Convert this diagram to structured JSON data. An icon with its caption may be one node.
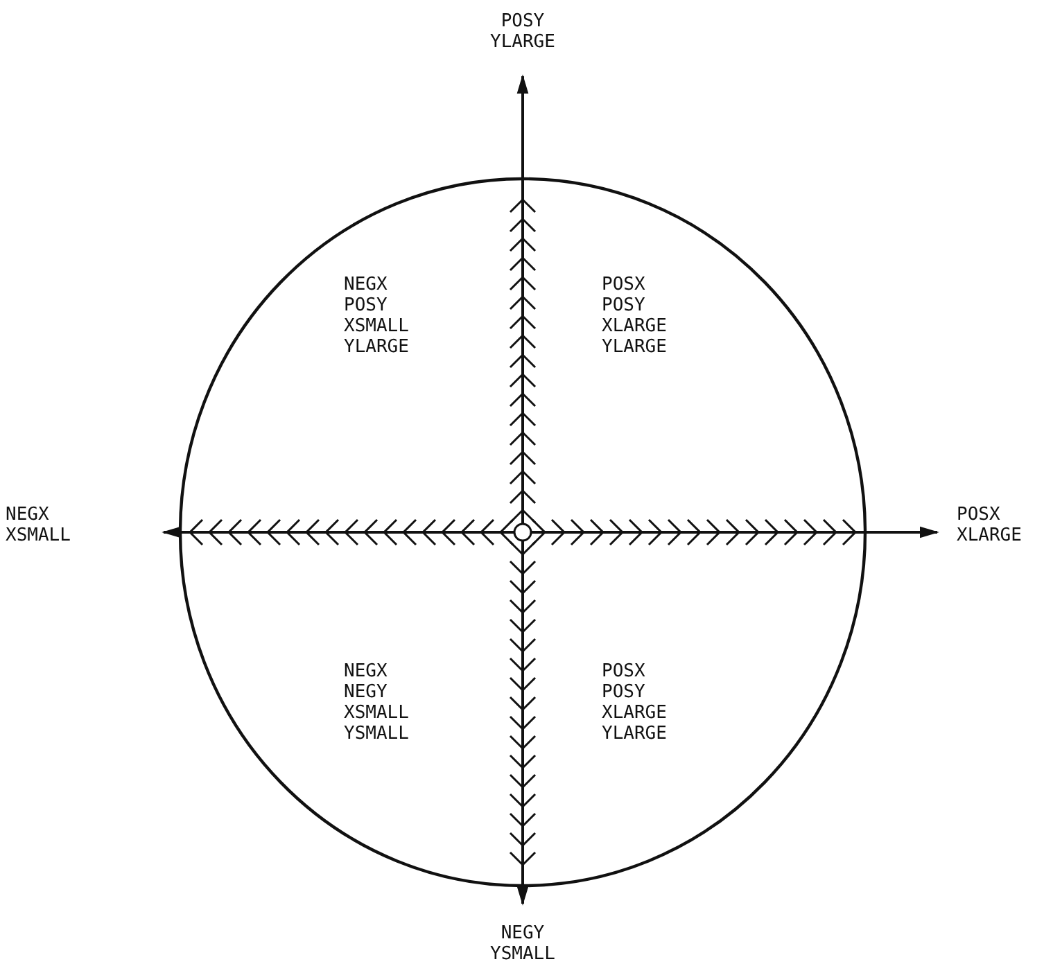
{
  "diagram": {
    "labels": [
      "POSY YLARGE",
      "NEGX POSY XSMALL YLARGE",
      "POSX POSY XLARGE YLARGE",
      "NEGX XSMALL",
      "POSX XLARGE",
      "NEGX NEGY XSMALL YSMALL",
      "POSX POSY XLARGE YLARGE",
      "NEGY YSMALL"
    ]
  }
}
